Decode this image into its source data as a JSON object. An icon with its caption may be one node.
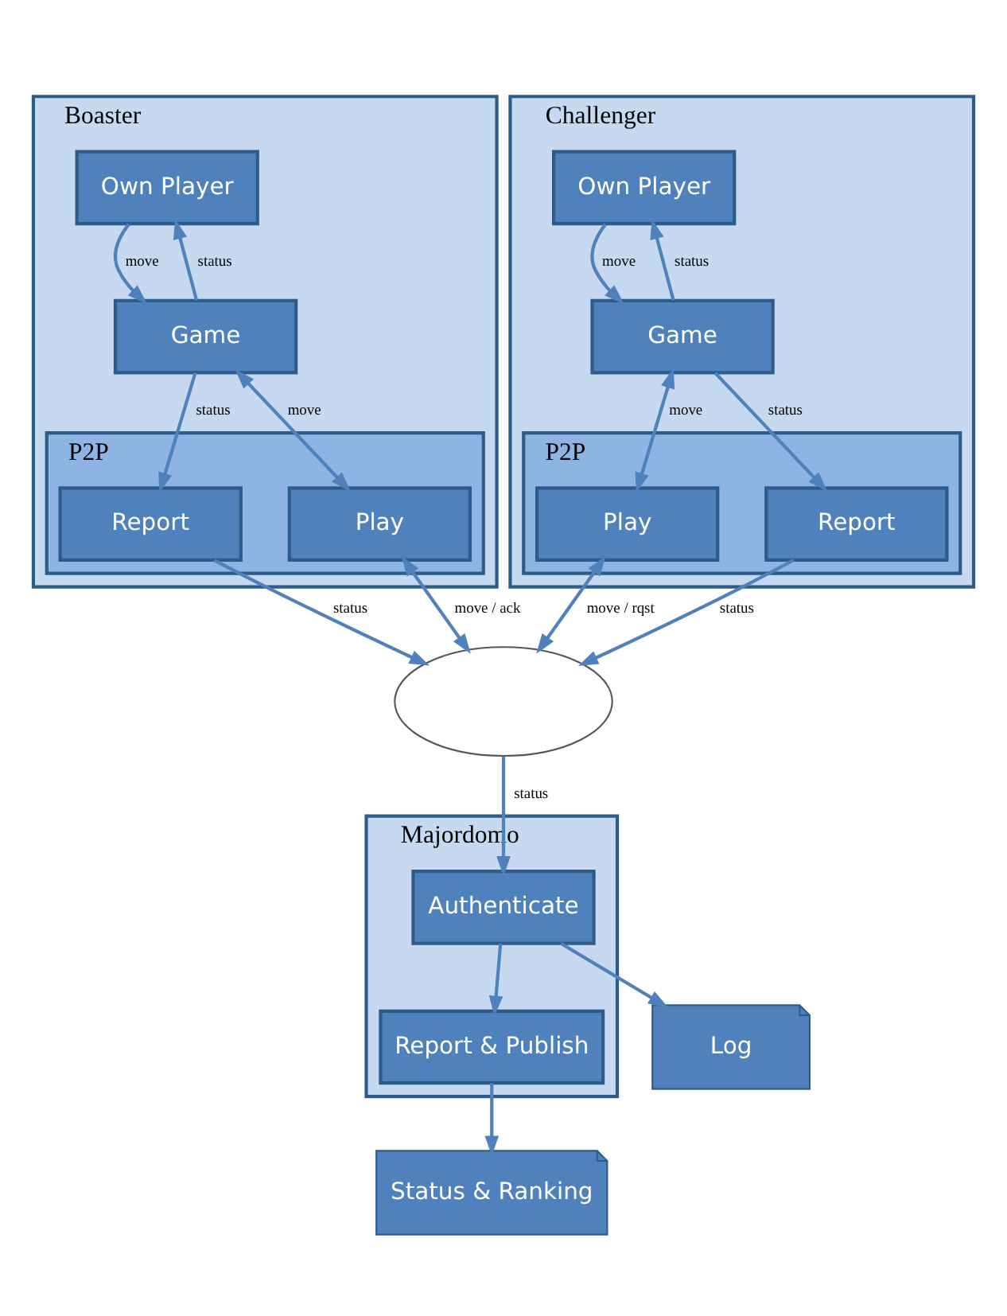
{
  "diagram": {
    "nodes": [
      {
        "text": [
          "Boaster"
        ]
      },
      {
        "text": [
          "Own Player"
        ],
        "in": 0
      },
      {
        "text": [
          "Game"
        ],
        "in": 0
      },
      {
        "text": [
          "P2P"
        ],
        "in": 0
      },
      {
        "text": [
          "Report"
        ],
        "in": 3
      },
      {
        "text": [
          "Play"
        ],
        "in": 3
      },
      {
        "text": [
          "Challenger"
        ]
      },
      {
        "text": [
          "Own Player"
        ],
        "in": 6
      },
      {
        "text": [
          "Game"
        ],
        "in": 6
      },
      {
        "text": [
          "P2P"
        ],
        "in": 6
      },
      {
        "text": [
          "Play"
        ],
        "in": 9
      },
      {
        "text": [
          "Report"
        ],
        "in": 9
      },
      {
        "text": [],
        "shape": "cloud"
      },
      {
        "text": [
          "Majordomo"
        ]
      },
      {
        "text": [
          "Authenticate"
        ],
        "in": 13
      },
      {
        "text": [
          "Report & Publish"
        ],
        "in": 13
      },
      {
        "text": [
          "Log"
        ]
      },
      {
        "text": [
          "Status & Ranking"
        ]
      }
    ],
    "edges": [
      {
        "from": 1,
        "to": 2,
        "arrow": "to",
        "label": "move"
      },
      {
        "from": 2,
        "to": 1,
        "arrow": "to",
        "label": "status"
      },
      {
        "from": 2,
        "to": 4,
        "arrow": "to",
        "label": "status"
      },
      {
        "from": 2,
        "to": 5,
        "arrow": "both",
        "label": "move"
      },
      {
        "from": 7,
        "to": 8,
        "arrow": "to",
        "label": "move"
      },
      {
        "from": 8,
        "to": 7,
        "arrow": "to",
        "label": "status"
      },
      {
        "from": 8,
        "to": 10,
        "arrow": "both",
        "label": "move"
      },
      {
        "from": 8,
        "to": 11,
        "arrow": "to",
        "label": "status"
      },
      {
        "from": 5,
        "to": 12,
        "arrow": "both",
        "label": "move / ack"
      },
      {
        "from": 10,
        "to": 12,
        "arrow": "both",
        "label": "move / rqst"
      },
      {
        "from": 4,
        "to": 12,
        "arrow": "to",
        "label": "status"
      },
      {
        "from": 11,
        "to": 12,
        "arrow": "to",
        "label": "status"
      },
      {
        "from": 12,
        "to": 14,
        "arrow": "to",
        "label": "status"
      },
      {
        "from": 14,
        "to": 16,
        "arrow": "to"
      },
      {
        "from": 14,
        "to": 15,
        "arrow": "to"
      },
      {
        "from": 15,
        "to": 17,
        "arrow": "to"
      }
    ]
  }
}
